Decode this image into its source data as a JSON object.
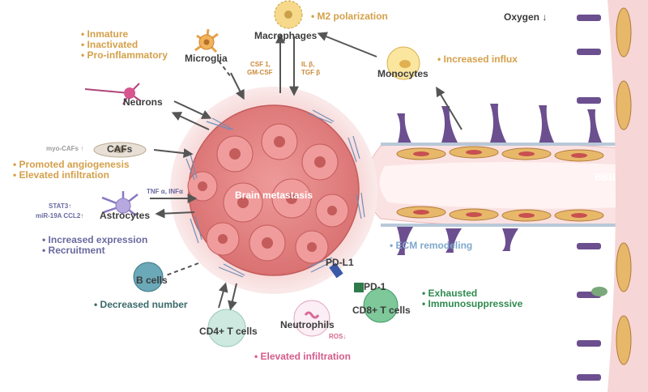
{
  "labels": {
    "microglia": "Microglia",
    "microglia_notes": [
      "Inmature",
      "Inactivated",
      "Pro-inflammatory"
    ],
    "macrophages": "Macrophages",
    "m2": "M2 polarization",
    "csf": "CSF 1,",
    "gmcsf": "GM-CSF",
    "il": "IL β,",
    "tgf": "TGF β",
    "monocytes": "Monocytes",
    "influx": "Increased influx",
    "oxygen": "Oxygen ↓",
    "neurons": "Neurons",
    "cafs": "CAFs",
    "myo_cafs": "myo-CAFs ↑",
    "caf_notes": [
      "Promoted angiogenesis",
      "Elevated infiltration"
    ],
    "bbb": "BBB",
    "brain_metastasis": "Brain metastasis",
    "tnf": "TNF α, INFα",
    "stat3": "STAT3↑",
    "mir": "miR-19A CCL2↑",
    "astrocytes": "Astrocytes",
    "astro_notes": [
      "Increased expression",
      "Recruitment"
    ],
    "ecm": "ECM remodeling",
    "pdl1": "PD-L1",
    "pd1": "PD-1",
    "cd8": "CD8+ T cells",
    "cd8_notes": [
      "Exhausted",
      "Immunosuppressive"
    ],
    "bcells": "B cells",
    "bcell_note": "Decreased number",
    "cd4": "CD4+ T cells",
    "neutrophils": "Neutrophils",
    "ros": "ROS↓",
    "neutro_note": "Elevated infiltration"
  },
  "colors": {
    "tumor": "#e88a8a",
    "tumor_dark": "#c45c5c",
    "vessel_lumen": "#fbe4e4",
    "endothelium": "#e8b86a",
    "astro_feet": "#6b4f8f",
    "gold_text": "#d4a04a",
    "purple_text": "#6a6aa0",
    "green_text": "#2f8a4e",
    "pink_text": "#d45b8a",
    "blue_text": "#7fa8cc",
    "arrow": "#555555"
  }
}
